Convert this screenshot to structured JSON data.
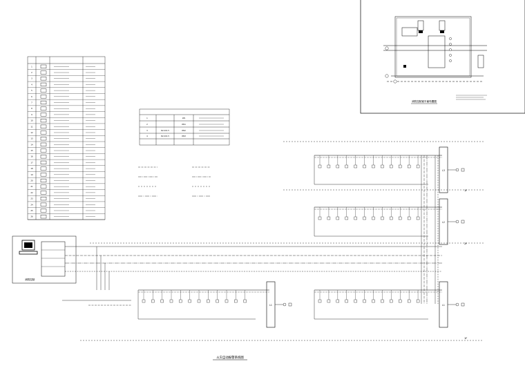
{
  "title": "火灾自动报警系统图",
  "legend_table": {
    "rows": [
      {
        "no": "1",
        "name": "",
        "note": ""
      },
      {
        "no": "2",
        "name": "",
        "note": ""
      },
      {
        "no": "3",
        "name": "",
        "note": ""
      },
      {
        "no": "4",
        "name": "",
        "note": ""
      },
      {
        "no": "5",
        "name": "",
        "note": ""
      },
      {
        "no": "6",
        "name": "",
        "note": ""
      },
      {
        "no": "7",
        "name": "",
        "note": ""
      },
      {
        "no": "8",
        "name": "",
        "note": ""
      },
      {
        "no": "9",
        "name": "",
        "note": ""
      },
      {
        "no": "10",
        "name": "",
        "note": ""
      },
      {
        "no": "11",
        "name": "",
        "note": ""
      },
      {
        "no": "12",
        "name": "",
        "note": ""
      },
      {
        "no": "13",
        "name": "",
        "note": ""
      },
      {
        "no": "14",
        "name": "",
        "note": ""
      },
      {
        "no": "15",
        "name": "",
        "note": ""
      },
      {
        "no": "16",
        "name": "",
        "note": ""
      },
      {
        "no": "17",
        "name": "",
        "note": ""
      },
      {
        "no": "18",
        "name": "",
        "note": ""
      },
      {
        "no": "19",
        "name": "",
        "note": ""
      },
      {
        "no": "20",
        "name": "",
        "note": ""
      },
      {
        "no": "21",
        "name": "",
        "note": ""
      },
      {
        "no": "22",
        "name": "",
        "note": ""
      },
      {
        "no": "23",
        "name": "",
        "note": ""
      },
      {
        "no": "24",
        "name": "",
        "note": ""
      },
      {
        "no": "25",
        "name": "",
        "note": ""
      },
      {
        "no": "26",
        "name": "",
        "note": ""
      }
    ]
  },
  "wire_table": {
    "rows": [
      {
        "no": "1",
        "a": "",
        "b": "WS",
        "c": ""
      },
      {
        "no": "2",
        "a": "",
        "b": "WS1",
        "c": ""
      },
      {
        "no": "3",
        "a": "RV-2X1.5",
        "b": "WS2",
        "c": ""
      },
      {
        "no": "4",
        "a": "RV-2X1.5",
        "b": "WS3",
        "c": ""
      }
    ]
  },
  "pc_label": "消防控制",
  "side_labels": {
    "top": "1F",
    "mid": "2F",
    "bottom": "1F"
  },
  "panel_label": "消防控制室平面布置图",
  "floors": [
    {
      "code": "L3"
    },
    {
      "code": "L2"
    },
    {
      "code": "L1"
    },
    {
      "code": "L1"
    }
  ]
}
